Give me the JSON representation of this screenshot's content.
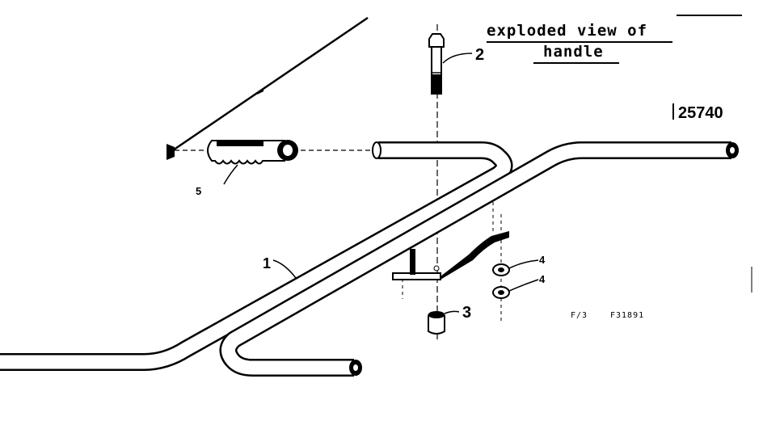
{
  "title": {
    "line1": "exploded  view  of",
    "line2": "handle"
  },
  "part_number": "25740",
  "figure_code": {
    "left": "F/3",
    "right": "F31891"
  },
  "callouts": {
    "c1": "1",
    "c2": "2",
    "c3": "3",
    "c4a": "4",
    "c4b": "4",
    "c5": "5"
  }
}
